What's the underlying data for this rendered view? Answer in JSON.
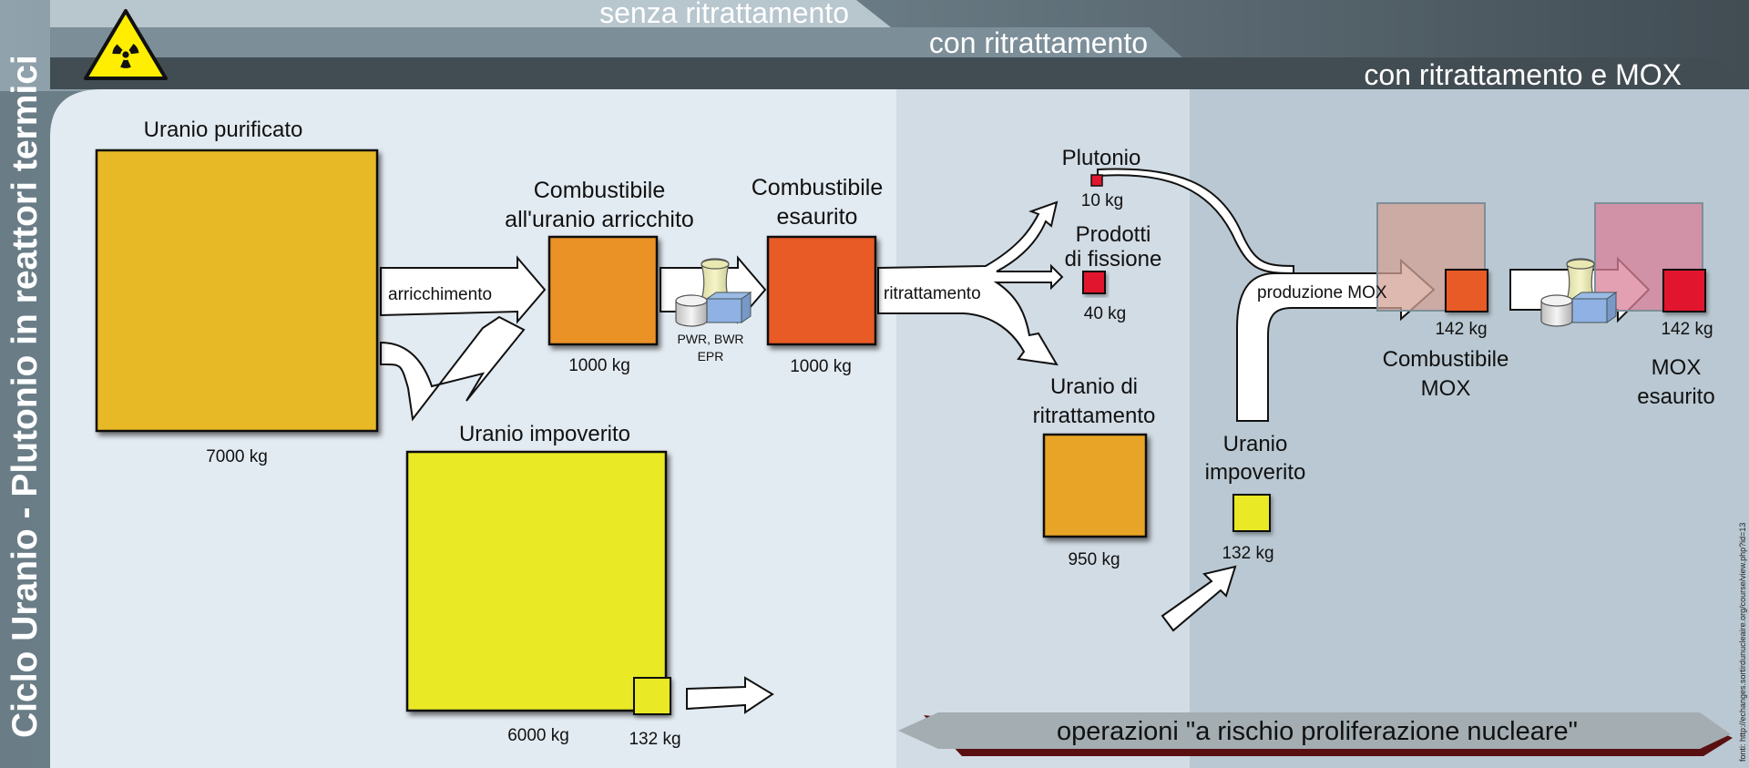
{
  "title": "Ciclo Uranio - Plutonio in reattori termici",
  "tabs": {
    "senza": "senza ritrattamento",
    "con": "con  ritrattamento",
    "mox": "con ritrattamento e MOX"
  },
  "nodes": {
    "uranio_purificato": {
      "label": "Uranio purificato",
      "mass": "7000 kg"
    },
    "uranio_impoverito_1": {
      "label": "Uranio impoverito",
      "mass": "6000 kg",
      "sub_mass": "132 kg"
    },
    "combustibile_arricchito": {
      "label_1": "Combustibile",
      "label_2": "all'uranio arricchito",
      "mass": "1000 kg"
    },
    "combustibile_esaurito": {
      "label_1": "Combustibile",
      "label_2": "esaurito",
      "mass": "1000 kg"
    },
    "plutonio": {
      "label": "Plutonio",
      "mass": "10 kg"
    },
    "prodotti_fissione": {
      "label_1": "Prodotti",
      "label_2": "di fissione",
      "mass": "40 kg"
    },
    "uranio_ritrattamento": {
      "label_1": "Uranio di",
      "label_2": "ritrattamento",
      "mass": "950 kg"
    },
    "uranio_impoverito_2": {
      "label_1": "Uranio",
      "label_2": "impoverito",
      "mass": "132 kg"
    },
    "combustibile_mox": {
      "label_1": "Combustibile",
      "label_2": "MOX",
      "mass": "142 kg"
    },
    "mox_esaurito": {
      "label_1": "MOX",
      "label_2": "esaurito",
      "mass": "142 kg"
    }
  },
  "arrows": {
    "arricchimento": "arricchimento",
    "ritrattamento": "ritrattamento",
    "produzione_mox": "produzione MOX"
  },
  "reactor_label": {
    "line_1": "PWR, BWR",
    "line_2": "EPR"
  },
  "banner": "operazioni \"a rischio proliferazione nucleare\"",
  "source": "fonti: http://echanges.sortirdunucleaire.org/course/view.php?id=13",
  "icons": {
    "radiation": "radiation-hazard-icon",
    "reactor": "reactor-icon"
  },
  "colors": {
    "uranio": "#e8b925",
    "impoverito": "#e9e925",
    "arricchito": "#ea9227",
    "esaurito": "#e85a28",
    "plutonio": "#e1162f",
    "ritrattamento": "#e8a428",
    "zone_1": "#e3ebf2",
    "zone_2": "#d2dce5",
    "zone_3": "#b8c7d1"
  }
}
